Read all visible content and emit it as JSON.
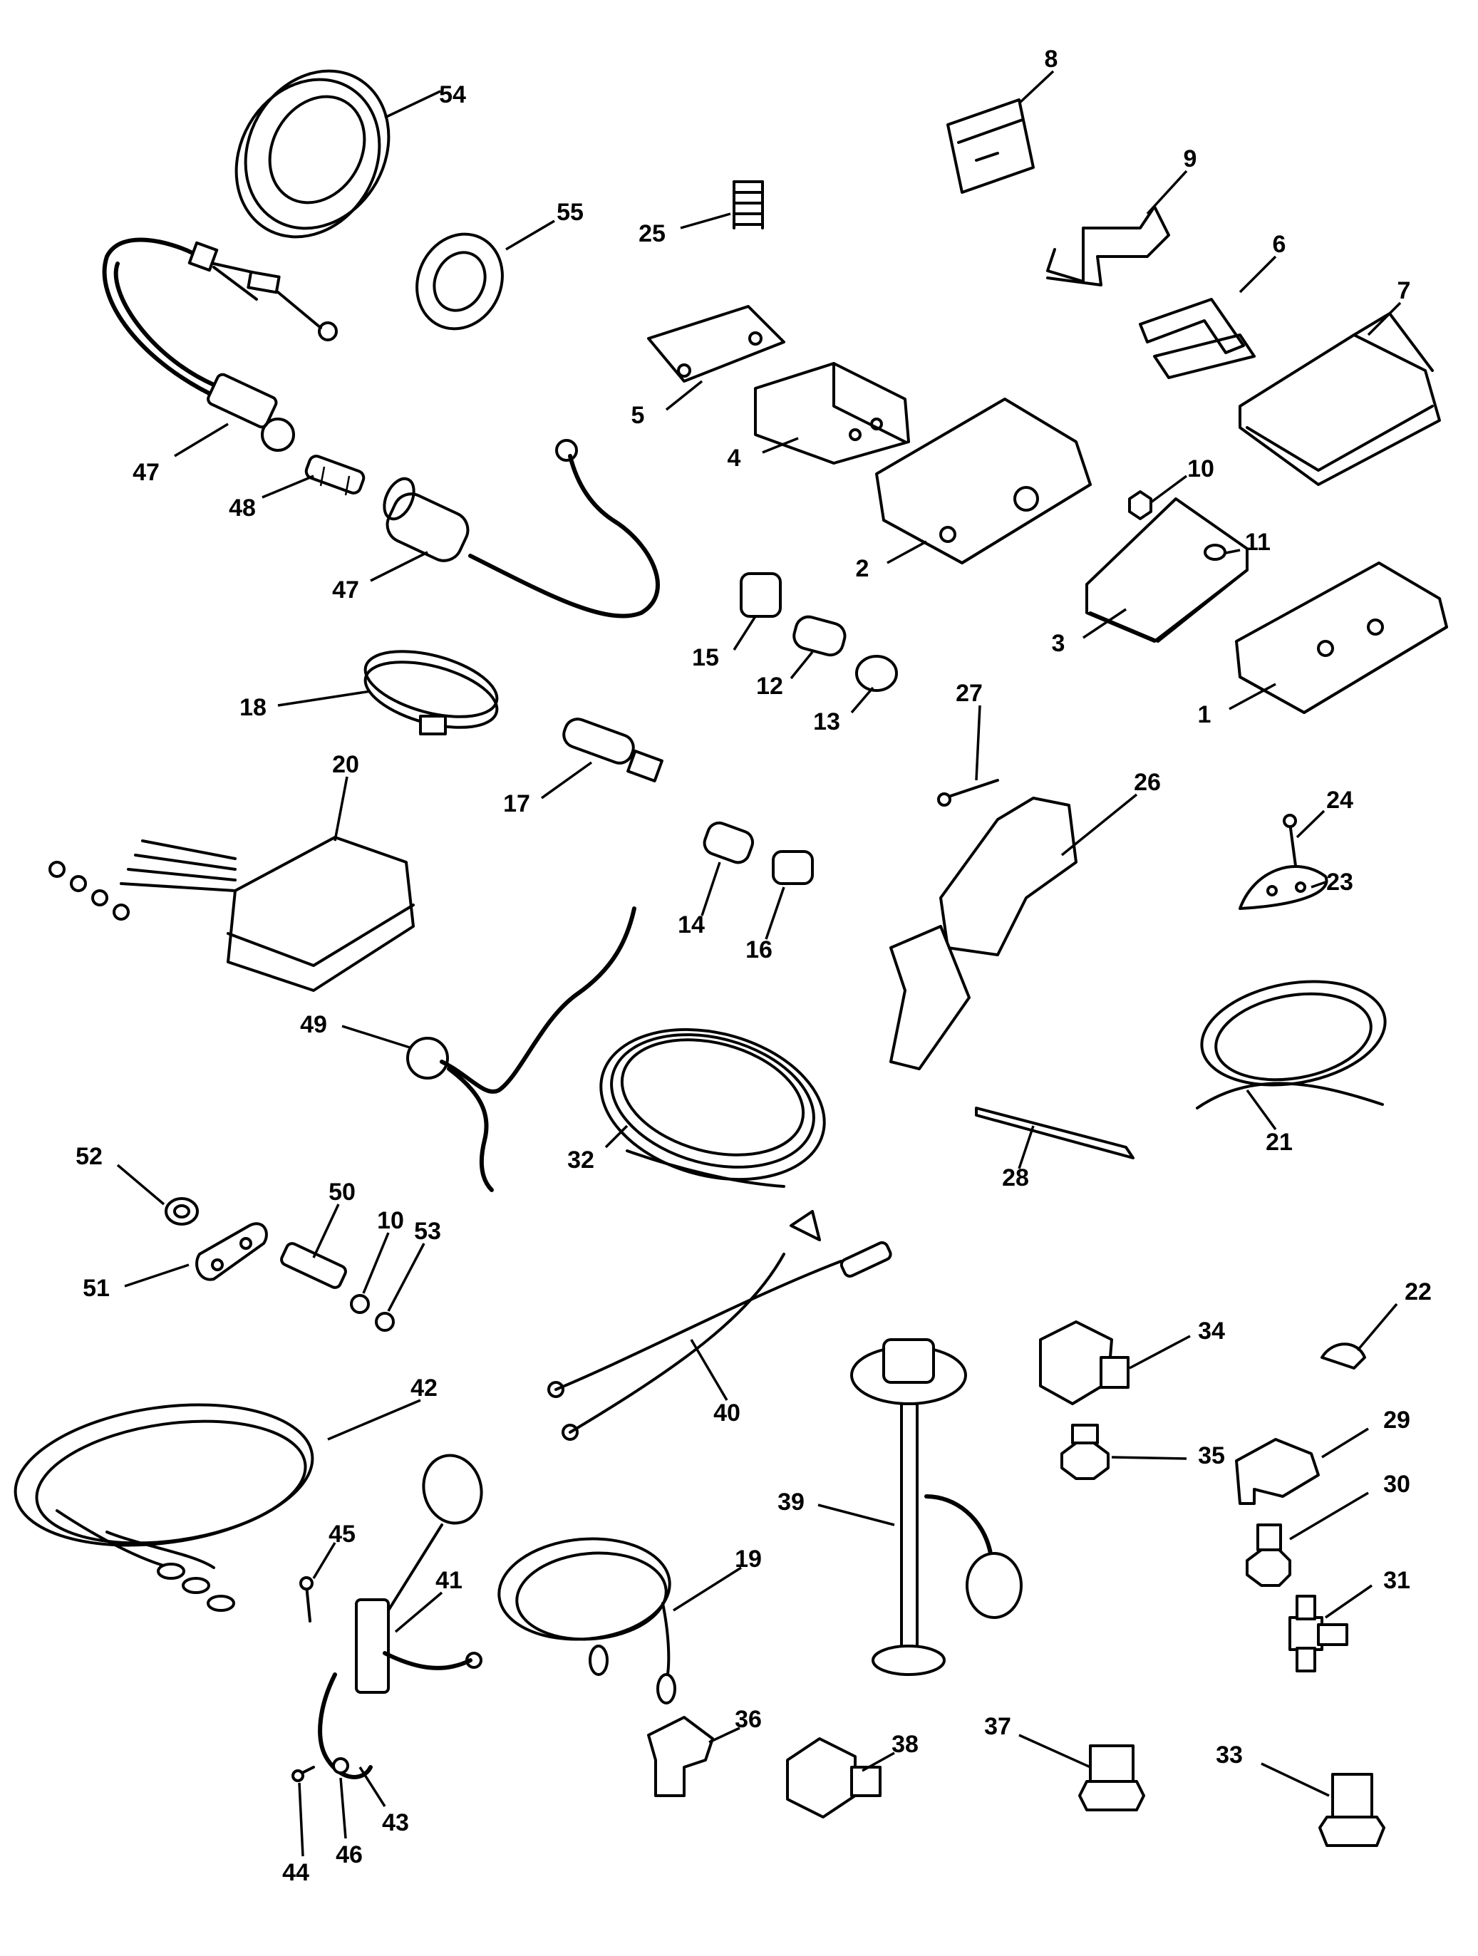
{
  "callouts": [
    {
      "id": "54",
      "label": "54"
    },
    {
      "id": "55",
      "label": "55"
    },
    {
      "id": "47a",
      "label": "47"
    },
    {
      "id": "48",
      "label": "48"
    },
    {
      "id": "47b",
      "label": "47"
    },
    {
      "id": "25",
      "label": "25"
    },
    {
      "id": "8",
      "label": "8"
    },
    {
      "id": "9",
      "label": "9"
    },
    {
      "id": "6",
      "label": "6"
    },
    {
      "id": "7",
      "label": "7"
    },
    {
      "id": "5",
      "label": "5"
    },
    {
      "id": "4",
      "label": "4"
    },
    {
      "id": "2",
      "label": "2"
    },
    {
      "id": "10a",
      "label": "10"
    },
    {
      "id": "11",
      "label": "11"
    },
    {
      "id": "3",
      "label": "3"
    },
    {
      "id": "1",
      "label": "1"
    },
    {
      "id": "15",
      "label": "15"
    },
    {
      "id": "12",
      "label": "12"
    },
    {
      "id": "13",
      "label": "13"
    },
    {
      "id": "18",
      "label": "18"
    },
    {
      "id": "17",
      "label": "17"
    },
    {
      "id": "27",
      "label": "27"
    },
    {
      "id": "26",
      "label": "26"
    },
    {
      "id": "24",
      "label": "24"
    },
    {
      "id": "23",
      "label": "23"
    },
    {
      "id": "20",
      "label": "20"
    },
    {
      "id": "14",
      "label": "14"
    },
    {
      "id": "16",
      "label": "16"
    },
    {
      "id": "49",
      "label": "49"
    },
    {
      "id": "32",
      "label": "32"
    },
    {
      "id": "21",
      "label": "21"
    },
    {
      "id": "28",
      "label": "28"
    },
    {
      "id": "52",
      "label": "52"
    },
    {
      "id": "50",
      "label": "50"
    },
    {
      "id": "10b",
      "label": "10"
    },
    {
      "id": "53",
      "label": "53"
    },
    {
      "id": "51",
      "label": "51"
    },
    {
      "id": "22",
      "label": "22"
    },
    {
      "id": "34",
      "label": "34"
    },
    {
      "id": "40",
      "label": "40"
    },
    {
      "id": "42",
      "label": "42"
    },
    {
      "id": "35",
      "label": "35"
    },
    {
      "id": "29",
      "label": "29"
    },
    {
      "id": "30",
      "label": "30"
    },
    {
      "id": "39",
      "label": "39"
    },
    {
      "id": "31",
      "label": "31"
    },
    {
      "id": "19",
      "label": "19"
    },
    {
      "id": "45",
      "label": "45"
    },
    {
      "id": "41",
      "label": "41"
    },
    {
      "id": "36",
      "label": "36"
    },
    {
      "id": "38",
      "label": "38"
    },
    {
      "id": "37",
      "label": "37"
    },
    {
      "id": "33",
      "label": "33"
    },
    {
      "id": "43",
      "label": "43"
    },
    {
      "id": "46",
      "label": "46"
    },
    {
      "id": "44",
      "label": "44"
    }
  ]
}
